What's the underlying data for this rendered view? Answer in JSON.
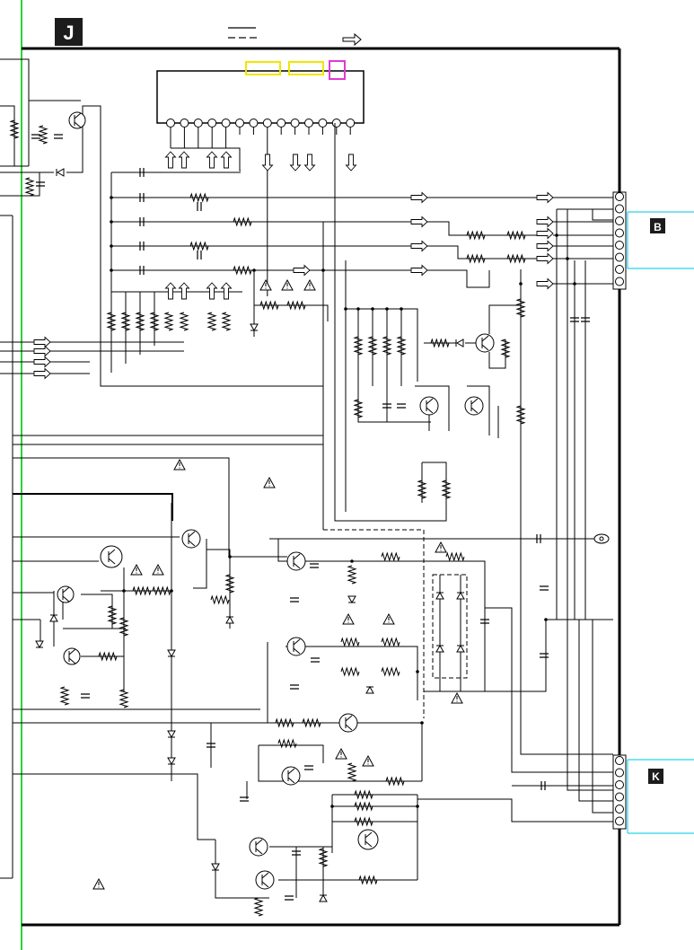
{
  "sheet_badge": {
    "label": "J"
  },
  "connectors": [
    {
      "id": "B",
      "label": "B",
      "pins": 8
    },
    {
      "id": "K",
      "label": "K",
      "pins": 6
    }
  ],
  "ic": {
    "pins": 14
  },
  "colors": {
    "line": "#000000",
    "left_rail": "#2fd03a",
    "connector_box": "#27d3e8",
    "highlight_yellow": "#f2e600",
    "highlight_magenta": "#e13ad0",
    "badge_bg": "#1c1c1c"
  },
  "icons": [
    "caution-triangle-icon",
    "signal-arrow-icon",
    "resistor-symbol",
    "capacitor-symbol",
    "diode-symbol",
    "transistor-symbol"
  ]
}
